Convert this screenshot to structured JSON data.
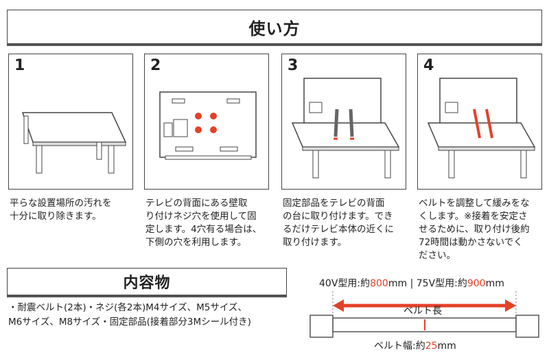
{
  "header": {
    "title": "使い方"
  },
  "steps": [
    {
      "num": "1",
      "text": "平らな設置場所の汚れを\n十分に取り除きます。"
    },
    {
      "num": "2",
      "text": "テレビの背面にある壁取\nり付けネジ穴を使用して固\n定します。4穴有る場合は、\n下側の穴を利用します。"
    },
    {
      "num": "3",
      "text": "固定部品をテレビの背面\nの台に取り付けます。でき\nるだけテレビ本体の近くに\n取り付けます。"
    },
    {
      "num": "4",
      "text": "ベルトを調整して緩みをな\nくします。※接着を安定さ\nせるために、取り付け後約\n72時間は動かさないでく\nださい。"
    }
  ],
  "contents": {
    "title": "内容物",
    "text": "・耐震ベルト(2本)・ネジ(各2本)M4サイズ、M5サイズ、\nM6サイズ、M8サイズ・固定部品(接着部分3Mシール付き)"
  },
  "belt": {
    "len_a_prefix": "40V型用:約",
    "len_a_value": "800",
    "len_a_unit": "mm",
    "sep": "|",
    "len_b_prefix": "75V型用:約",
    "len_b_value": "900",
    "len_b_unit": "mm",
    "length_label": "ベルト長",
    "width_prefix": "ベルト幅:約",
    "width_value": "25",
    "width_unit": "mm"
  },
  "colors": {
    "accent": "#e34129"
  }
}
